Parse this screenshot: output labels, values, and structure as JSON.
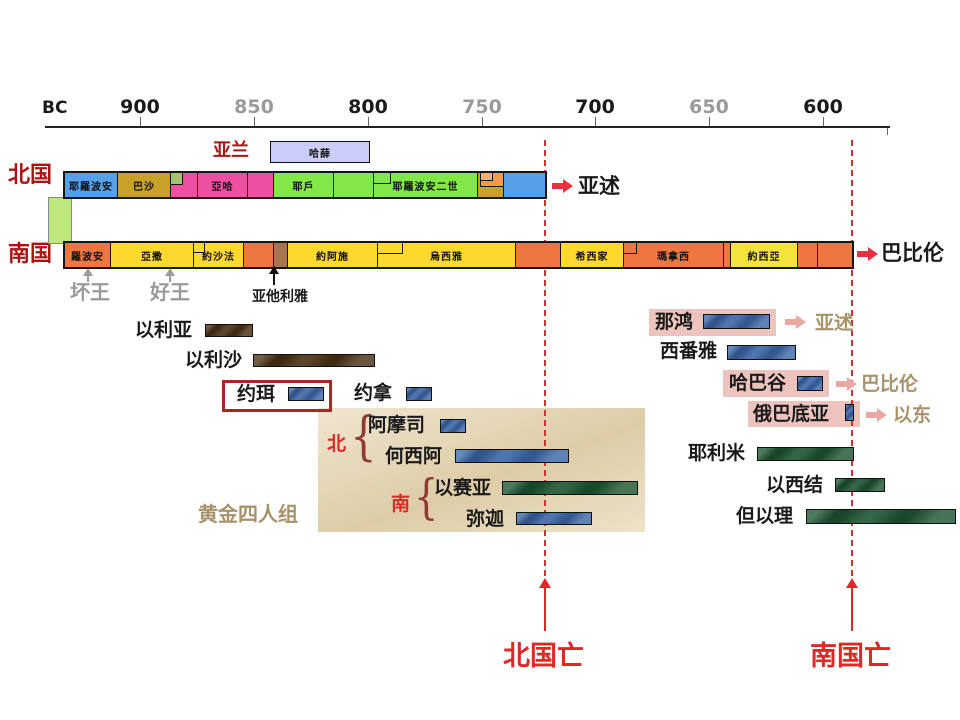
{
  "axis": {
    "bc": "BC",
    "ticks": [
      {
        "label": "900",
        "color": "#1a1a1a"
      },
      {
        "label": "850",
        "color": "#9a9a9a"
      },
      {
        "label": "800",
        "color": "#1a1a1a"
      },
      {
        "label": "750",
        "color": "#9a9a9a"
      },
      {
        "label": "700",
        "color": "#1a1a1a"
      },
      {
        "label": "650",
        "color": "#9a9a9a"
      },
      {
        "label": "600",
        "color": "#1a1a1a"
      }
    ]
  },
  "aram": {
    "label": "亚兰",
    "king": "哈薛"
  },
  "north": {
    "label": "北国",
    "fate": "亚述",
    "kings": [
      {
        "name": "耶羅波安",
        "color": "#55a0e8"
      },
      {
        "name": "巴沙",
        "color": "#c8a228"
      },
      {
        "name": "",
        "color": "#ee4fa0"
      },
      {
        "name": "亞哈",
        "color": "#ee4fa0"
      },
      {
        "name": "",
        "color": "#ee4fa0"
      },
      {
        "name": "耶戶",
        "color": "#82e84a"
      },
      {
        "name": "",
        "color": "#82e84a"
      },
      {
        "name": "耶羅波安二世",
        "color": "#82e84a"
      },
      {
        "name": "",
        "color": "#c8a228"
      },
      {
        "name": "",
        "color": "#55a0e8"
      }
    ]
  },
  "south": {
    "label": "南国",
    "fate": "巴比伦",
    "kings": [
      {
        "name": "羅波安",
        "color": "#ee7640"
      },
      {
        "name": "亞撒",
        "color": "#ffd92e"
      },
      {
        "name": "約沙法",
        "color": "#ffd92e"
      },
      {
        "name": "",
        "color": "#ee7640"
      },
      {
        "name": "",
        "color": "#a8764e"
      },
      {
        "name": "約阿施",
        "color": "#ffd92e"
      },
      {
        "name": "烏西雅",
        "color": "#ffd92e"
      },
      {
        "name": "",
        "color": "#ee7640"
      },
      {
        "name": "希西家",
        "color": "#ffd92e"
      },
      {
        "name": "瑪拿西",
        "color": "#ee7640"
      },
      {
        "name": "",
        "color": "#ee7640"
      },
      {
        "name": "約西亞",
        "color": "#f5e23c"
      },
      {
        "name": "",
        "color": "#ee7640"
      },
      {
        "name": "",
        "color": "#ee7640"
      }
    ]
  },
  "notes": {
    "bad": "坏王",
    "good": "好王",
    "athaliah": "亚他利雅"
  },
  "prophets": {
    "elijah": "以利亚",
    "elisha": "以利沙",
    "joel": "约珥",
    "jonah": "约拿",
    "amos": "阿摩司",
    "hosea": "何西阿",
    "isaiah": "以赛亚",
    "micah": "弥迦",
    "nahum": "那鸿",
    "nahum_dest": "亚述",
    "zephaniah": "西番雅",
    "habakkuk": "哈巴谷",
    "habakkuk_dest": "巴比伦",
    "obadiah": "俄巴底亚",
    "obadiah_dest": "以东",
    "jeremiah": "耶利米",
    "ezekiel": "以西结",
    "daniel": "但以理"
  },
  "golden_group": {
    "label": "黄金四人组",
    "north_brace_label": "北",
    "south_brace_label": "南"
  },
  "falls": {
    "north": "北国亡",
    "south": "南国亡"
  },
  "colors": {
    "dark_red": "#aa1414",
    "red": "#e02828",
    "arrow_red": "#e83040",
    "gray": "#9a9a9a",
    "tan": "#a8926a",
    "king_blue": "#55a0e8",
    "king_olive": "#c8a228",
    "king_pink": "#ee4fa0",
    "king_green": "#82e84a",
    "king_yellow": "#ffd92e",
    "king_orange": "#ee7640",
    "king_brown": "#a8764e",
    "hazael": "#ccccf8",
    "connector": "#bce87e",
    "bar_brown": "#4a3014",
    "bar_blue": "#3c66a8",
    "bar_green": "#1d5530",
    "pink_bg": "#edc4bd",
    "pink_arrow": "#e9a9a2",
    "beige": "#e7d8b6"
  }
}
